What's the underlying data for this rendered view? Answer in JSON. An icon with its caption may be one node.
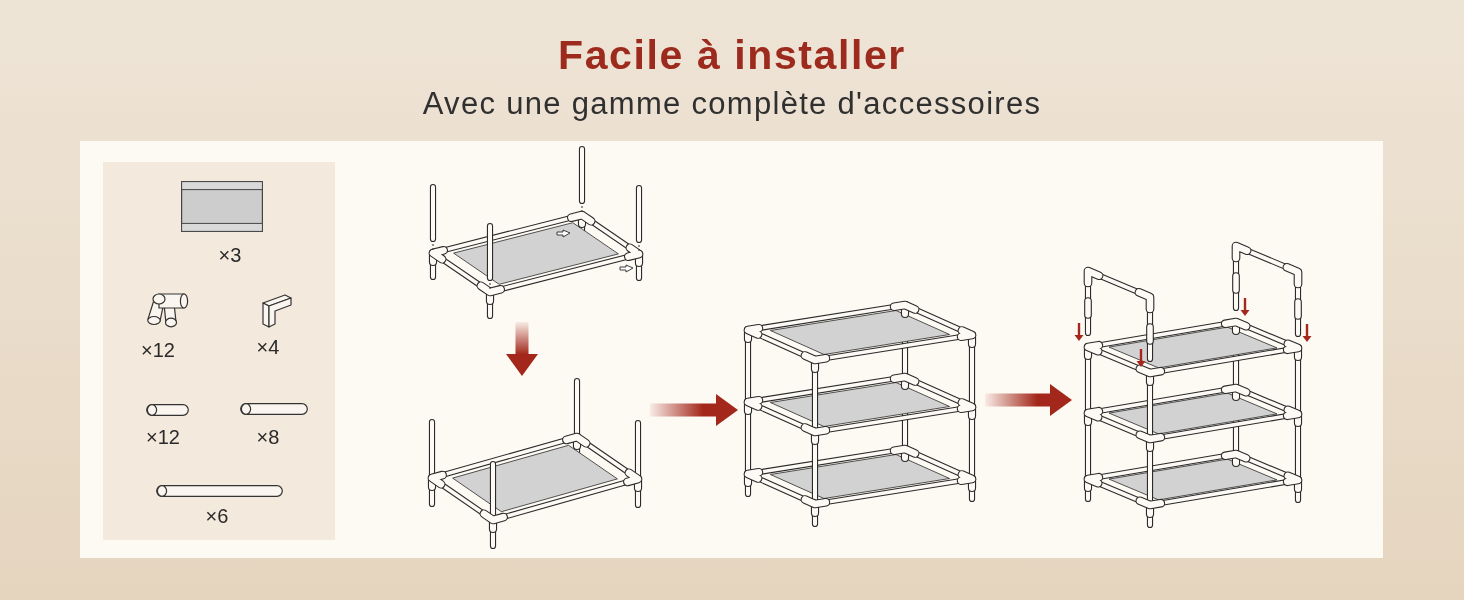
{
  "diagram": {
    "title": "Facile à installer",
    "nodes": [
      {
        "text": [
          "×3",
          "×12",
          "×4",
          "×12",
          "×8",
          "×6"
        ]
      },
      {
        "text": [],
        "shape": "picture"
      },
      {
        "text": [],
        "shape": "picture"
      },
      {
        "text": [],
        "shape": "picture"
      },
      {
        "text": [],
        "shape": "picture"
      }
    ],
    "edges": [
      {
        "from": 1,
        "to": 2,
        "arrow": "to"
      },
      {
        "from": 2,
        "to": 3,
        "arrow": "to"
      },
      {
        "from": 3,
        "to": 4,
        "arrow": "to"
      }
    ],
    "labels": [
      "Avec une gamme complète d'accessoires"
    ]
  }
}
